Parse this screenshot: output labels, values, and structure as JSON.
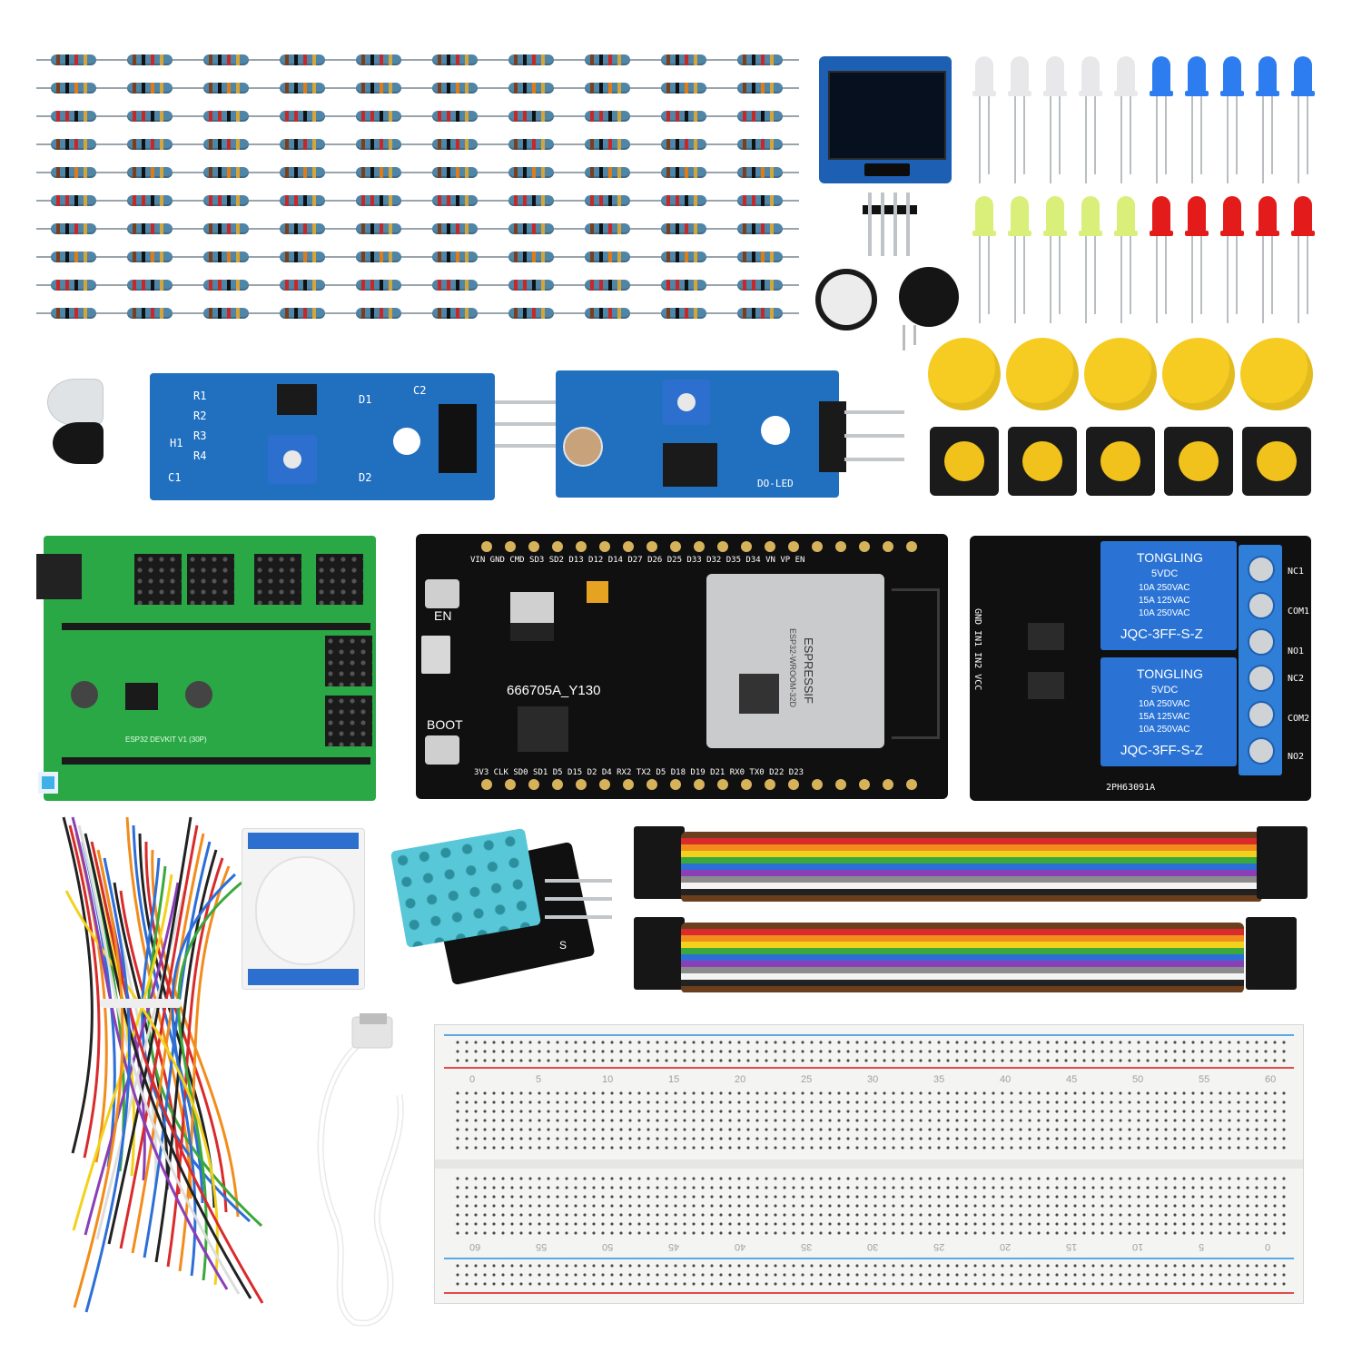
{
  "colors": {
    "background": "#ffffff",
    "resistor_body": "#4f86a8",
    "board_blue": "#2170c0",
    "board_green": "#2aa845",
    "board_black": "#101010",
    "relay_blue": "#2a73d4",
    "cap_yellow": "#f6cc22",
    "breadboard": "#f4f4f2"
  },
  "icons": [
    "resistor-icon",
    "oled-display-icon",
    "led-icon",
    "buzzer-icon",
    "push-button-icon",
    "ir-sensor-icon",
    "light-sensor-icon",
    "sensor-shield-icon",
    "esp32-board-icon",
    "relay-module-icon",
    "jumper-wire-icon",
    "pir-sensor-icon",
    "dht11-sensor-icon",
    "usb-cable-icon",
    "breadboard-icon"
  ],
  "esp32": {
    "top_pins": "VIN GND CMD SD3 SD2 D13 D12 D14 D27 D26 D25 D33 D32 D35 D34 VN VP EN",
    "bottom_pins": "3V3 CLK SD0 SD1 D5 D15 D2 D4 RX2 TX2 D5 D18 D19 D21 RX0 TX0 D22 D23",
    "en_label": "EN",
    "boot_label": "BOOT",
    "board_code": "666705A_Y130",
    "module_brand": "ESPRESSIF",
    "module_name": "ESP32-WROOM-32D"
  },
  "relay": {
    "brand": "TONGLING",
    "voltage": "5VDC",
    "ratings": [
      "10A 250VAC",
      "15A 125VAC",
      "10A 250VAC"
    ],
    "model": "JQC-3FF-S-Z",
    "board_code": "2PH63091A",
    "terminals": [
      "NC1",
      "COM1",
      "NO1",
      "NC2",
      "COM2",
      "NO2"
    ],
    "inputs": "GND IN1 IN2 VCC"
  },
  "ir_module": {
    "labels": [
      "R1",
      "R2",
      "R3",
      "R4",
      "C1",
      "C2",
      "H1",
      "D1",
      "D2"
    ]
  },
  "light_module": {
    "labels": [
      "DO-LED"
    ]
  },
  "shield": {
    "label": "ESP32 DEVKIT V1 (30P)"
  },
  "dht": {
    "label": "S"
  },
  "breadboard": {
    "top_numbers": [
      "0",
      "5",
      "10",
      "15",
      "20",
      "25",
      "30",
      "35",
      "40",
      "45",
      "50",
      "55",
      "60"
    ],
    "bottom_numbers": [
      "60",
      "55",
      "50",
      "45",
      "40",
      "35",
      "30",
      "25",
      "20",
      "15",
      "10",
      "5",
      "0"
    ]
  }
}
